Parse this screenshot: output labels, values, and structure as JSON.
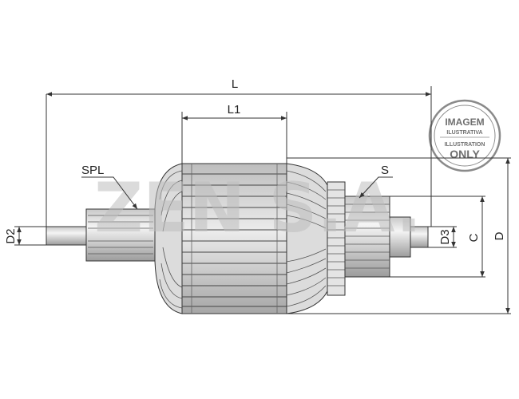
{
  "labels": {
    "L": "L",
    "L1": "L1",
    "SPL": "SPL",
    "S": "S",
    "D": "D",
    "C": "C",
    "D2": "D2",
    "D3": "D3"
  },
  "watermark": "ZEN S.A.",
  "badge": {
    "line1": "IMAGEM",
    "line2": "ILUSTRATIVA",
    "line3": "ILLUSTRATION",
    "line4": "ONLY"
  },
  "colors": {
    "line": "#333333",
    "metal": "#d9d9d9",
    "metal_dark": "#8a8a8a",
    "watermark": "#bdbdbd",
    "badge": "#6f6f6f"
  }
}
